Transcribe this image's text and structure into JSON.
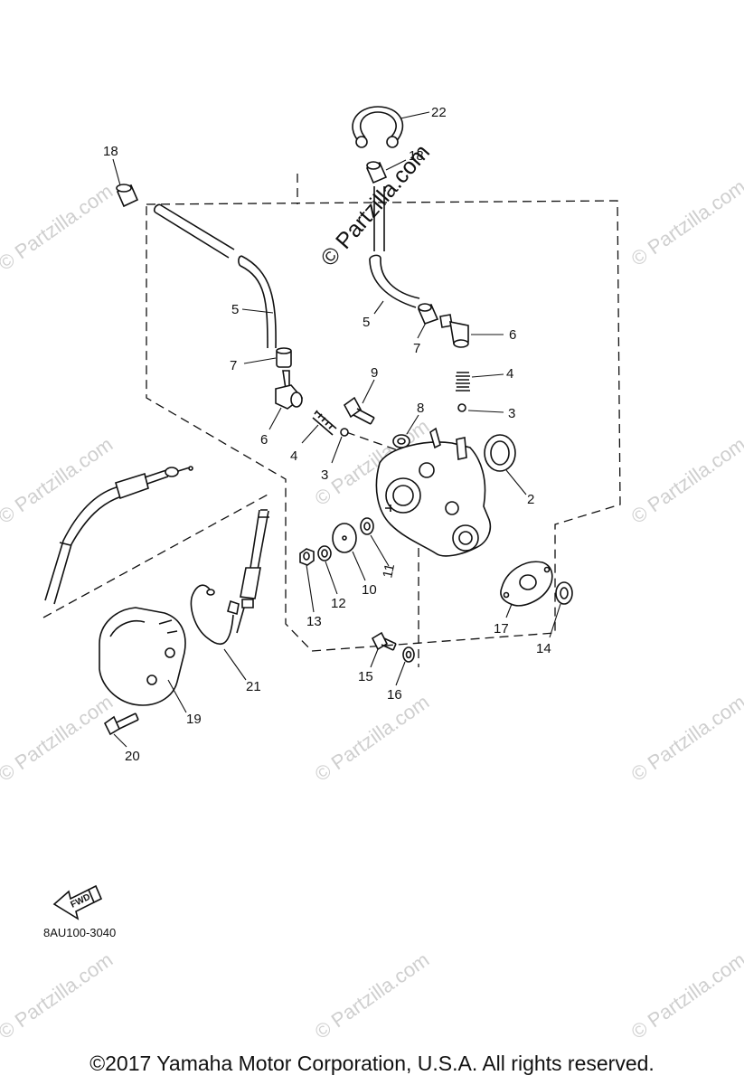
{
  "watermark": {
    "main": "© Partzilla.com",
    "repeat": "© Partzilla.com"
  },
  "callouts": {
    "c22": "22",
    "c18a": "18",
    "c18b": "18",
    "c5a": "5",
    "c5b": "5",
    "c7a": "7",
    "c7b": "7",
    "c6a": "6",
    "c6b": "6",
    "c4a": "4",
    "c4b": "4",
    "c3a": "3",
    "c3b": "3",
    "c9": "9",
    "c8": "8",
    "c2": "2",
    "c10": "10",
    "c11": "11",
    "c12": "12",
    "c13": "13",
    "c14": "14",
    "c15": "15",
    "c16": "16",
    "c17": "17",
    "c19": "19",
    "c20": "20",
    "c21": "21"
  },
  "fwd_label": "FWD",
  "diagram_code": "8AU100-3040",
  "copyright": "©2017 Yamaha Motor Corporation, U.S.A. All rights reserved."
}
